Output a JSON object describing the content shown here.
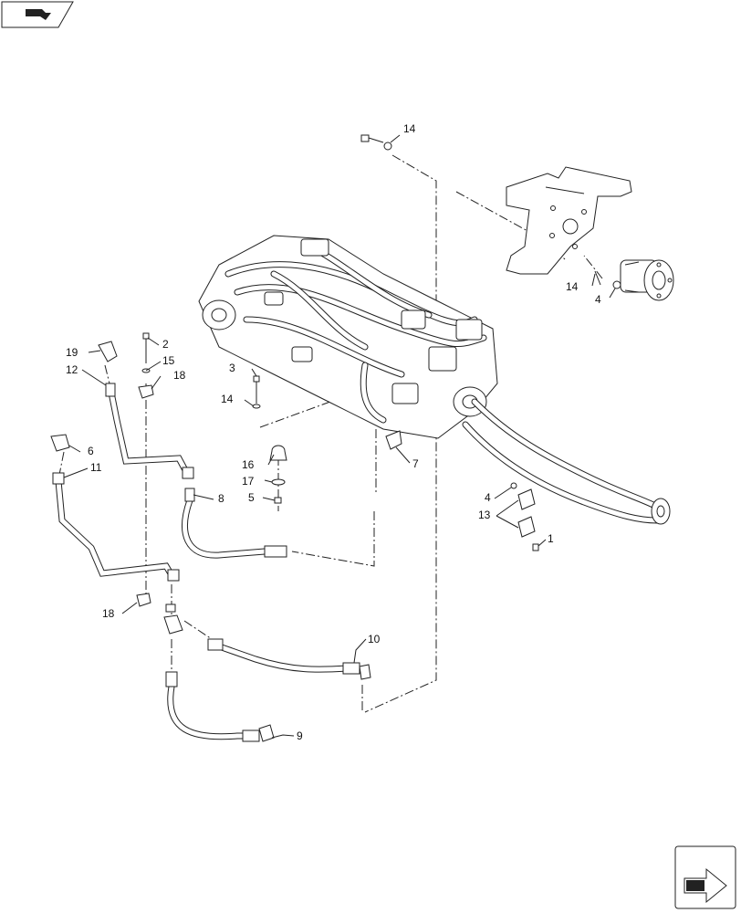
{
  "diagram": {
    "callouts": [
      {
        "id": "c1",
        "text": "1"
      },
      {
        "id": "c2",
        "text": "2"
      },
      {
        "id": "c3",
        "text": "3"
      },
      {
        "id": "c4",
        "text": "4"
      },
      {
        "id": "c5a",
        "text": "5"
      },
      {
        "id": "c5b",
        "text": "5"
      },
      {
        "id": "c6",
        "text": "6"
      },
      {
        "id": "c7",
        "text": "7"
      },
      {
        "id": "c8",
        "text": "8"
      },
      {
        "id": "c9",
        "text": "9"
      },
      {
        "id": "c10",
        "text": "10"
      },
      {
        "id": "c11",
        "text": "11"
      },
      {
        "id": "c12",
        "text": "12"
      },
      {
        "id": "c13",
        "text": "13"
      },
      {
        "id": "c14a",
        "text": "14"
      },
      {
        "id": "c14b",
        "text": "14"
      },
      {
        "id": "c14c",
        "text": "14"
      },
      {
        "id": "c15",
        "text": "15"
      },
      {
        "id": "c16",
        "text": "16"
      },
      {
        "id": "c17",
        "text": "17"
      },
      {
        "id": "c18a",
        "text": "18"
      },
      {
        "id": "c18b",
        "text": "18"
      },
      {
        "id": "c19",
        "text": "19"
      }
    ],
    "icons": {
      "top_left": "book-reference-icon",
      "bottom_right": "next-page-arrow-icon"
    }
  }
}
